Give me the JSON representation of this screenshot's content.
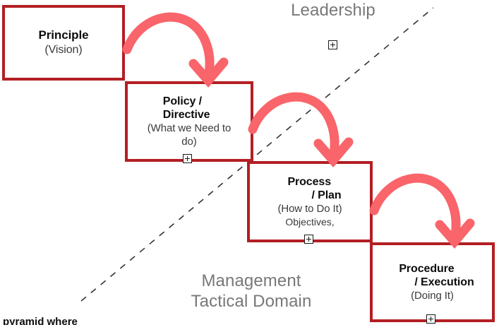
{
  "diagram": {
    "title_caption": "pyramid where",
    "accent_box_border": "#b21f24",
    "accent_arrow": "#f9656a",
    "domain_label_color": "#787878",
    "divider_color": "#333333"
  },
  "boxes": [
    {
      "id": "principle",
      "title": "Principle",
      "subtitle": "(Vision)",
      "extra": ""
    },
    {
      "id": "policy",
      "title_line1": "Policy /",
      "title_line2": "Directive",
      "subtitle_line1": "(What we Need to",
      "subtitle_line2": "do)"
    },
    {
      "id": "process",
      "title_line1": "Process",
      "title_line2": "/ Plan",
      "subtitle": "(How to Do It)",
      "extra": "Objectives,"
    },
    {
      "id": "procedure",
      "title_line1": "Procedure",
      "title_line2": "/ Execution",
      "subtitle": "(Doing It)"
    }
  ],
  "domains": {
    "upper": "Leadership",
    "lower_line1": "Management",
    "lower_line2": "Tactical Domain"
  },
  "arrows": [
    {
      "id": "principle-to-policy",
      "from": "principle",
      "to": "policy"
    },
    {
      "id": "policy-to-process",
      "from": "policy",
      "to": "process"
    },
    {
      "id": "process-to-procedure",
      "from": "process",
      "to": "procedure"
    }
  ],
  "handles": [
    {
      "id": "leadership-handle",
      "icon": "plus-square-handle-icon"
    },
    {
      "id": "policy-handle",
      "icon": "plus-square-handle-icon"
    },
    {
      "id": "process-handle",
      "icon": "plus-square-handle-icon"
    },
    {
      "id": "procedure-handle",
      "icon": "plus-square-handle-icon"
    }
  ]
}
